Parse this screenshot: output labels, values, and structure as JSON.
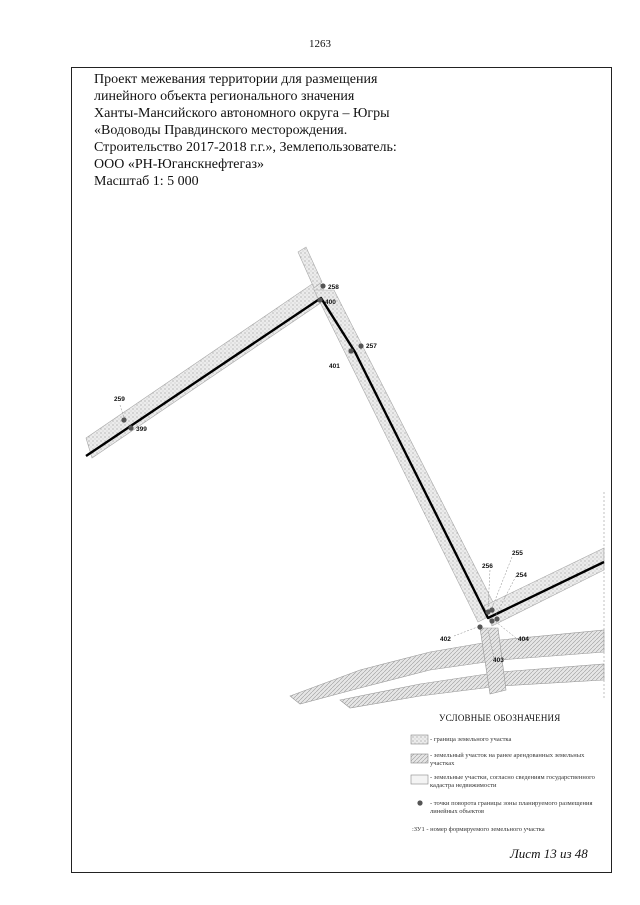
{
  "page_number": "1263",
  "title_lines": [
    "Проект межевания территории для размещения",
    "линейного объекта регионального значения",
    "Ханты-Мансийского автономного округа – Югры",
    "«Водоводы Правдинского месторождения.",
    "Строительство 2017-2018 г.г.», Землепользователь:",
    "ООО «РН-Юганскнефтегаз»",
    "Масштаб 1: 5 000"
  ],
  "map": {
    "points": [
      "259",
      "399",
      "258",
      "400",
      "257",
      "401",
      "256",
      "255",
      "254",
      "402",
      "404",
      "403"
    ]
  },
  "legend": {
    "title": "УСЛОВНЫЕ ОБОЗНАЧЕНИЯ",
    "items": [
      "- граница земельного участка",
      "- земельный участок на ранее арендованных земельных участках",
      "- земельные участки, согласно сведениям государственного кадастра недвижимости",
      "- точки поворота границы зоны планируемого размещения линейных объектов",
      ":ЗУ1 - номер формируемого земельного участка"
    ]
  },
  "sheet_label": "Лист 13 из 48",
  "colors": {
    "line": "#000000",
    "zone": "#d9d9d9",
    "point": "#555555"
  }
}
